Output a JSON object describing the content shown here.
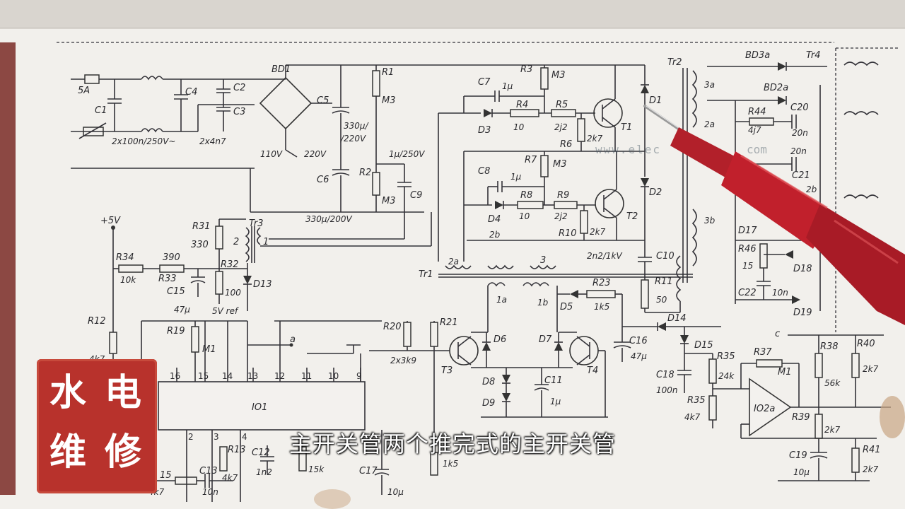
{
  "subtitle": "主开关管两个推完式的主开关管",
  "logo": {
    "chars": [
      "水",
      "电",
      "维",
      "修"
    ]
  },
  "watermark": "www.elec",
  "watermark_tail": "com",
  "schematic": {
    "fuse": "5A",
    "c1": "C1",
    "filter_caps": "2x100n/250V~",
    "y_caps": "2x4n7",
    "c2": "C2",
    "c3": "C3",
    "c4": "C4",
    "bridge": "BD1",
    "c5": "C5",
    "c5_val": "330μ/",
    "c5_val2": "/220V",
    "c6": "C6",
    "sel_110": "110V",
    "sel_220": "220V",
    "r1": "R1",
    "r1_val": "M3",
    "r2": "R2",
    "r2_val": "M3",
    "c9": "C9",
    "c9_val": "1μ/250V",
    "c_bottom": "330μ/200V",
    "r3": "R3",
    "r3_val": "M3",
    "c7": "C7",
    "c7_val": "1μ",
    "r4": "R4",
    "r4_val": "10",
    "r5": "R5",
    "r5_val": "2j2",
    "d3": "D3",
    "r6": "R6",
    "r6_val": "2k7",
    "t1": "T1",
    "r7": "R7",
    "r7_val": "M3",
    "c8": "C8",
    "c8_val": "1μ",
    "r8": "R8",
    "r8_val": "10",
    "r9": "R9",
    "r9_val": "2j2",
    "d4": "D4",
    "w2b": "2b",
    "r10": "R10",
    "r10_val": "2k7",
    "t2": "T2",
    "d1": "D1",
    "d2": "D2",
    "tr2": "Tr2",
    "w3a": "3a",
    "w2a": "2a",
    "w3b": "3b",
    "bd3a": "BD3a",
    "bd2a": "BD2a",
    "tr4": "Tr4",
    "r44": "R44",
    "r44_val": "4j7",
    "c20": "C20",
    "c20_val": "20n",
    "c21": "C21",
    "c21_val": "20n",
    "w2b_out": "2b",
    "d17": "D17",
    "r46": "R46",
    "r46_val": "15",
    "d18": "D18",
    "c22": "C22",
    "c22_val": "10n",
    "d19": "D19",
    "plus5": "+5V",
    "r31": "R31",
    "r31_val": "330",
    "tr3": "Tr3",
    "tr3_2": "2",
    "tr3_1": "1",
    "r34": "R34",
    "r34_val": "10k",
    "r33_val": "390",
    "r33": "R33",
    "r32": "R32",
    "r32_val": "100",
    "c15": "C15",
    "c15_val": "47μ",
    "d13": "D13",
    "vref": "5V ref",
    "tr1": "Tr1",
    "w2a_tr1": "2a",
    "w3_tr1": "3",
    "c10_val": "2n2/1kV",
    "c10": "C10",
    "r11": "R11",
    "r11_val": "50",
    "w1a": "1a",
    "w1b": "1b",
    "d5": "D5",
    "r23": "R23",
    "r23_val": "1k5",
    "d14": "D14",
    "r12": "R12",
    "r12_val": "4k7",
    "r19": "R19",
    "r19_val": "M1",
    "r20": "R20",
    "r21": "R21",
    "r20_21_val": "2x3k9",
    "t3": "T3",
    "d6": "D6",
    "d7": "D7",
    "t4": "T4",
    "d8": "D8",
    "d9": "D9",
    "c11": "C11",
    "c11_val": "1μ",
    "c16": "C16",
    "c16_val": "47μ",
    "c18": "C18",
    "c18_val": "100n",
    "d15": "D15",
    "r35": "R35",
    "r35_val": "24k",
    "r35b": "R35",
    "r35b_val": "4k7",
    "r37": "R37",
    "r37_val": "M1",
    "r38": "R38",
    "r38_val": "56k",
    "r40": "R40",
    "r40_val": "2k7",
    "opamp": "IO2a",
    "r39": "R39",
    "r39_val": "2k7",
    "c19": "C19",
    "c19_val": "10μ",
    "r41": "R41",
    "r41_val": "2k7",
    "ic": "IO1",
    "pins": [
      "16",
      "15",
      "14",
      "13",
      "12",
      "11",
      "10",
      "9"
    ],
    "pins_bottom": [
      "2",
      "3",
      "4"
    ],
    "node_a": "a",
    "node_c": "c",
    "r13": "R13",
    "r13_val": "4k7",
    "c12": "C12",
    "c12_val": "1n2",
    "c13": "C13",
    "c13_val": "10n",
    "r_15k": "15k",
    "r_1k5": "1k5",
    "c17": "C17",
    "c17_val": "10μ",
    "r15": "15",
    "r15_val": "4k7"
  }
}
